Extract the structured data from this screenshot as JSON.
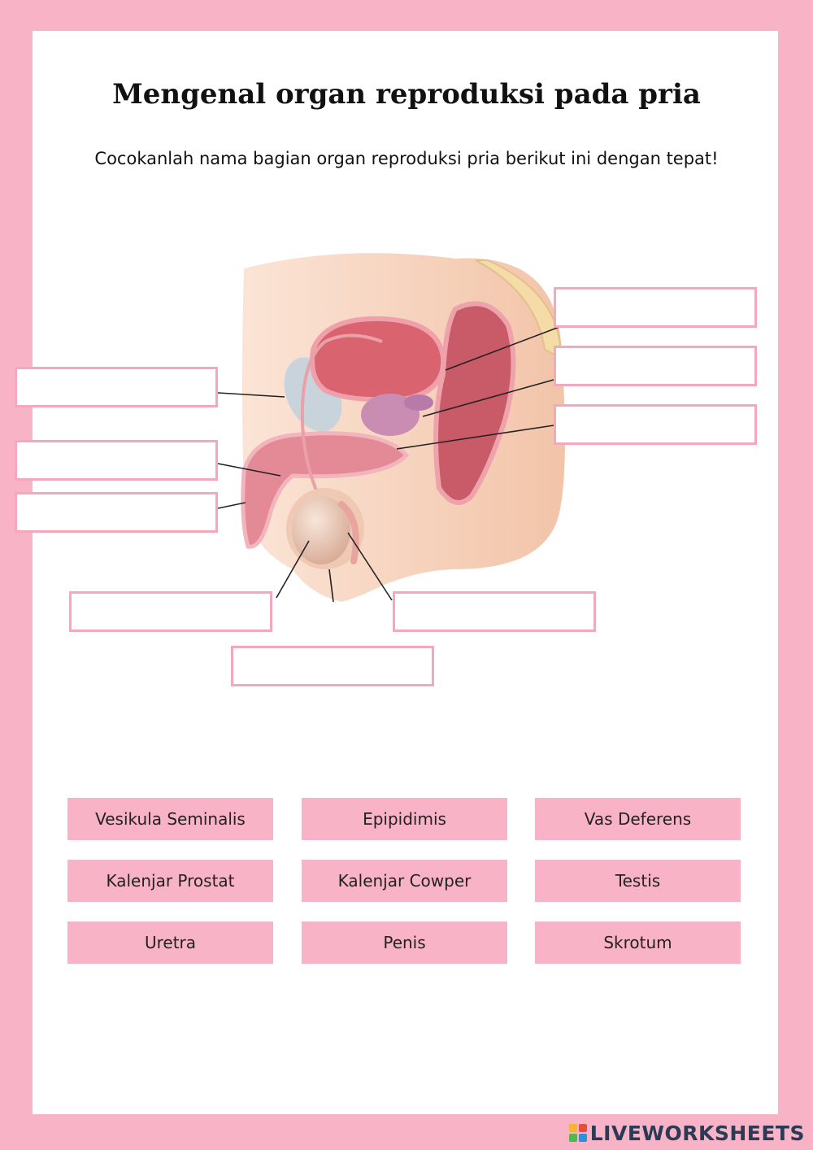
{
  "worksheet": {
    "title": "Mengenal organ reproduksi pada pria",
    "instruction": "Cocokanlah nama bagian organ reproduksi pria berikut ini dengan tepat!"
  },
  "options": [
    {
      "label": "Vesikula Seminalis"
    },
    {
      "label": "Epipidimis"
    },
    {
      "label": "Vas Deferens"
    },
    {
      "label": "Kalenjar Prostat"
    },
    {
      "label": "Kalenjar Cowper"
    },
    {
      "label": "Testis"
    },
    {
      "label": "Uretra"
    },
    {
      "label": "Penis"
    },
    {
      "label": "Skrotum"
    }
  ],
  "answer_boxes": [
    {
      "value": ""
    },
    {
      "value": ""
    },
    {
      "value": ""
    },
    {
      "value": ""
    },
    {
      "value": ""
    },
    {
      "value": ""
    },
    {
      "value": ""
    },
    {
      "value": ""
    },
    {
      "value": ""
    }
  ],
  "colors": {
    "page_border": "#f9b3c6",
    "answer_border": "#f4a7bd",
    "option_fill": "#f9b3c6"
  },
  "footer": {
    "brand": "LIVEWORKSHEETS",
    "logo_icon": "liveworksheets-logo-icon"
  }
}
